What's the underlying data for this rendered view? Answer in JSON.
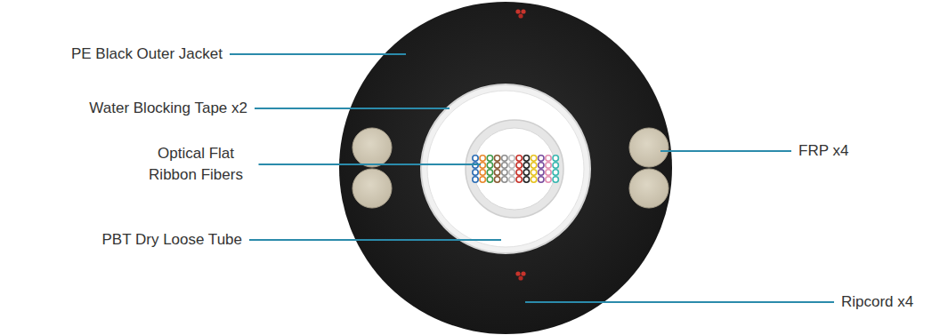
{
  "diagram": {
    "labels": [
      "PE Black Outer Jacket",
      "Water Blocking Tape x2",
      "Optical Flat Ribbon Fibers",
      "PBT Dry Loose Tube",
      "FRP x4",
      "Ripcord x4"
    ]
  }
}
